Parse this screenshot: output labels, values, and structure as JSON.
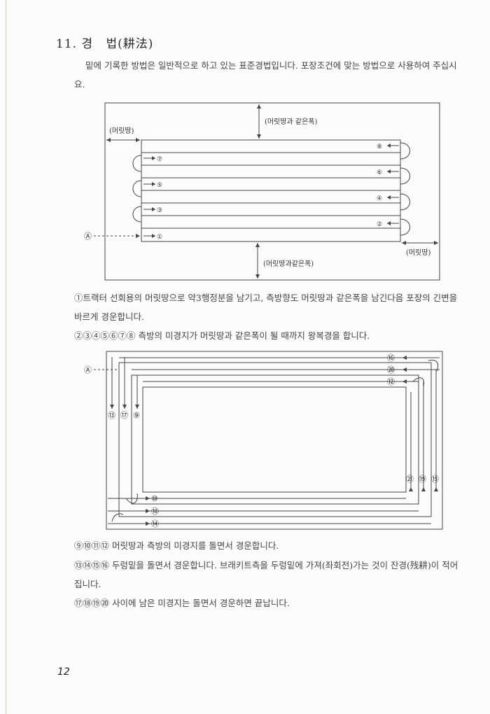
{
  "heading": {
    "number": "11. 경",
    "word2": "법(耕法)"
  },
  "paragraphs": {
    "intro": "밑에 기록한 방법은 일반적으로 하고 있는 표준경법입니다. 포장조건에 맞는 방법으로 사용하여 주십시요.",
    "step1": "①트랙터 선회용의 머릿땅으로 약3행정분을 남기고, 측방향도 머릿땅과 같은폭을 남긴다음 포장의 긴변을 바르게 경운합니다.",
    "step2": "②③④⑤⑥⑦⑧ 측방의 미경지가 머릿땅과 같은폭이 될 때까지 왕복경을 합니다.",
    "step3": "⑨⑩⑪⑫ 머릿땅과 측방의 미경지를 돌면서 경운합니다.",
    "step4": "⑬⑭⑮⑯ 두렁밑을 돌면서 경운합니다. 브래키트측을 두렁밑에 가져(좌회전)가는 것이 잔경(残耕)이 적어집니다.",
    "step5": "⑰⑱⑲⑳ 사이에 남은 미경지는 돌면서 경운하면 끝납니다."
  },
  "diagram1": {
    "label_headland_left": "(머릿땅)",
    "label_top": "(머릿땅과 같은폭)",
    "label_bottom": "(머릿땅과같은폭)",
    "label_headland_right": "(머릿땅)",
    "start_mark": "Ⓐ",
    "passes_left": [
      "⑦",
      "⑤",
      "③",
      "①"
    ],
    "passes_right": [
      "⑧",
      "⑥",
      "④",
      "②"
    ]
  },
  "diagram2": {
    "start_mark": "Ⓐ",
    "top_right": [
      "⑯",
      "⑳",
      "⑫"
    ],
    "left_down": [
      "⑬",
      "⑰",
      "⑨"
    ],
    "right_up": [
      "㉑",
      "⑲",
      "⑮"
    ],
    "bottom_left": [
      "⑩",
      "⑱",
      "⑭"
    ]
  },
  "page_number": "12"
}
